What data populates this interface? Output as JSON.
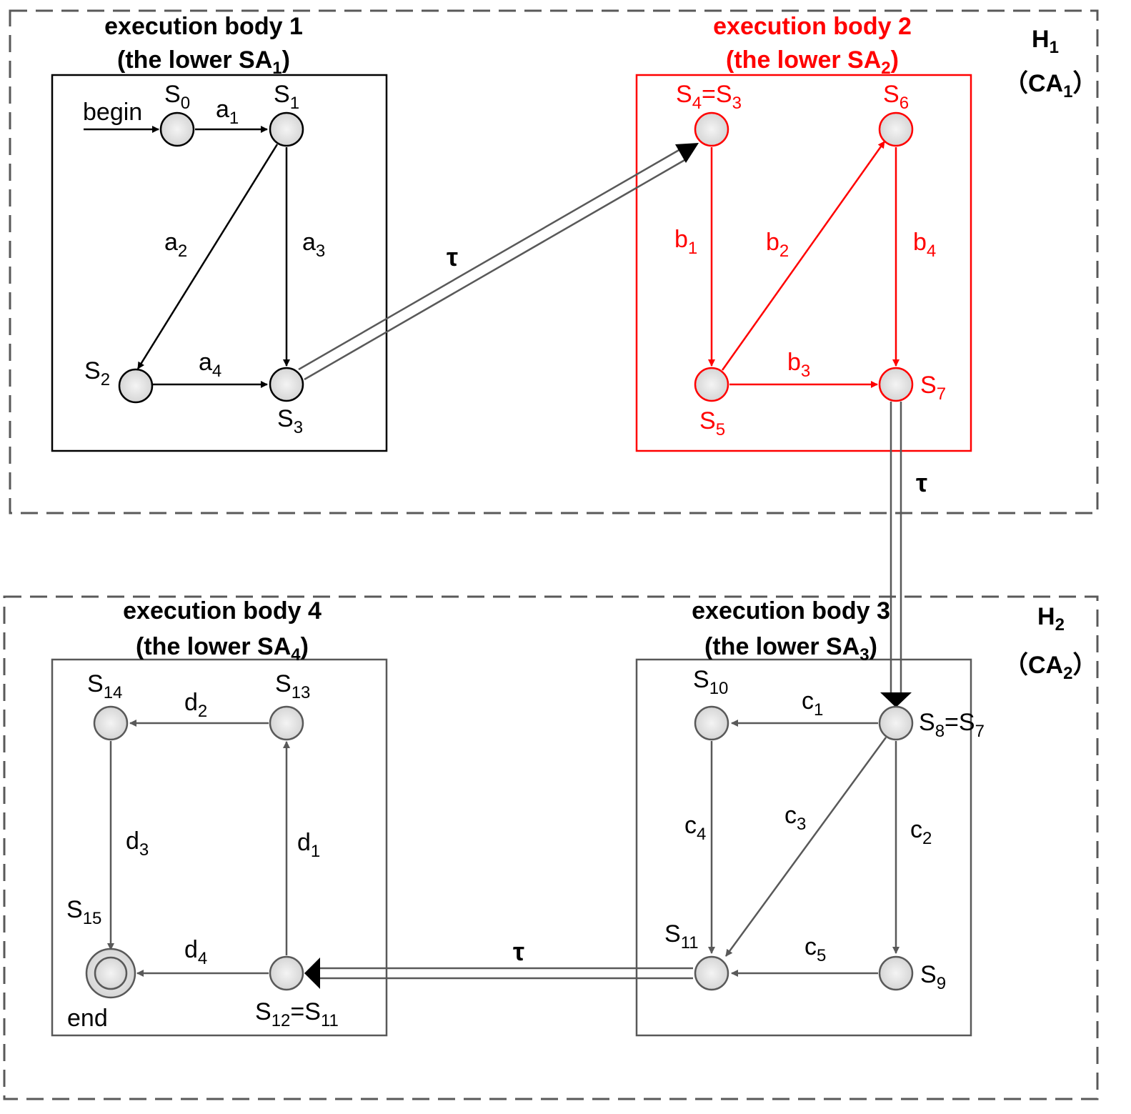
{
  "colors": {
    "black": "#000000",
    "red": "#ff0000",
    "gray": "#595959",
    "node_fill_light": "#f4f4f4",
    "node_fill_dark": "#d6d6d6"
  },
  "groups": {
    "h1": {
      "base": "H",
      "sub": "1",
      "ca_open": "（CA",
      "ca_sub": "1",
      "ca_close": "）"
    },
    "h2": {
      "base": "H",
      "sub": "2",
      "ca_open": "（CA",
      "ca_sub": "2",
      "ca_close": "）"
    }
  },
  "bodies": {
    "b1": {
      "title": "execution body 1",
      "subtitle": "(the lower SA",
      "sub": "1",
      "close": ")"
    },
    "b2": {
      "title": "execution body 2",
      "subtitle": "(the lower SA",
      "sub": "2",
      "close": ")"
    },
    "b3": {
      "title": "execution body 3",
      "subtitle": "(the lower SA",
      "sub": "3",
      "close": ")"
    },
    "b4": {
      "title": "execution body 4",
      "subtitle": "(the lower SA",
      "sub": "4",
      "close": ")"
    }
  },
  "states": {
    "s0": {
      "base": "S",
      "sub": "0"
    },
    "s1": {
      "base": "S",
      "sub": "1"
    },
    "s2": {
      "base": "S",
      "sub": "2"
    },
    "s3": {
      "base": "S",
      "sub": "3"
    },
    "s4": {
      "base": "S",
      "sub": "4",
      "eq": "=S",
      "eq_sub": "3"
    },
    "s5": {
      "base": "S",
      "sub": "5"
    },
    "s6": {
      "base": "S",
      "sub": "6"
    },
    "s7": {
      "base": "S",
      "sub": "7"
    },
    "s8": {
      "base": "S",
      "sub": "8",
      "eq": "=S",
      "eq_sub": "7"
    },
    "s9": {
      "base": "S",
      "sub": "9"
    },
    "s10": {
      "base": "S",
      "sub": "10"
    },
    "s11": {
      "base": "S",
      "sub": "11"
    },
    "s12": {
      "base": "S",
      "sub": "12",
      "eq": "=S",
      "eq_sub": "11"
    },
    "s13": {
      "base": "S",
      "sub": "13"
    },
    "s14": {
      "base": "S",
      "sub": "14"
    },
    "s15": {
      "base": "S",
      "sub": "15"
    }
  },
  "edges": {
    "a1": {
      "base": "a",
      "sub": "1"
    },
    "a2": {
      "base": "a",
      "sub": "2"
    },
    "a3": {
      "base": "a",
      "sub": "3"
    },
    "a4": {
      "base": "a",
      "sub": "4"
    },
    "b1": {
      "base": "b",
      "sub": "1"
    },
    "b2": {
      "base": "b",
      "sub": "2"
    },
    "b3": {
      "base": "b",
      "sub": "3"
    },
    "b4": {
      "base": "b",
      "sub": "4"
    },
    "c1": {
      "base": "c",
      "sub": "1"
    },
    "c2": {
      "base": "c",
      "sub": "2"
    },
    "c3": {
      "base": "c",
      "sub": "3"
    },
    "c4": {
      "base": "c",
      "sub": "4"
    },
    "c5": {
      "base": "c",
      "sub": "5"
    },
    "d1": {
      "base": "d",
      "sub": "1"
    },
    "d2": {
      "base": "d",
      "sub": "2"
    },
    "d3": {
      "base": "d",
      "sub": "3"
    },
    "d4": {
      "base": "d",
      "sub": "4"
    }
  },
  "labels": {
    "begin": "begin",
    "end": "end",
    "tau": "τ"
  }
}
